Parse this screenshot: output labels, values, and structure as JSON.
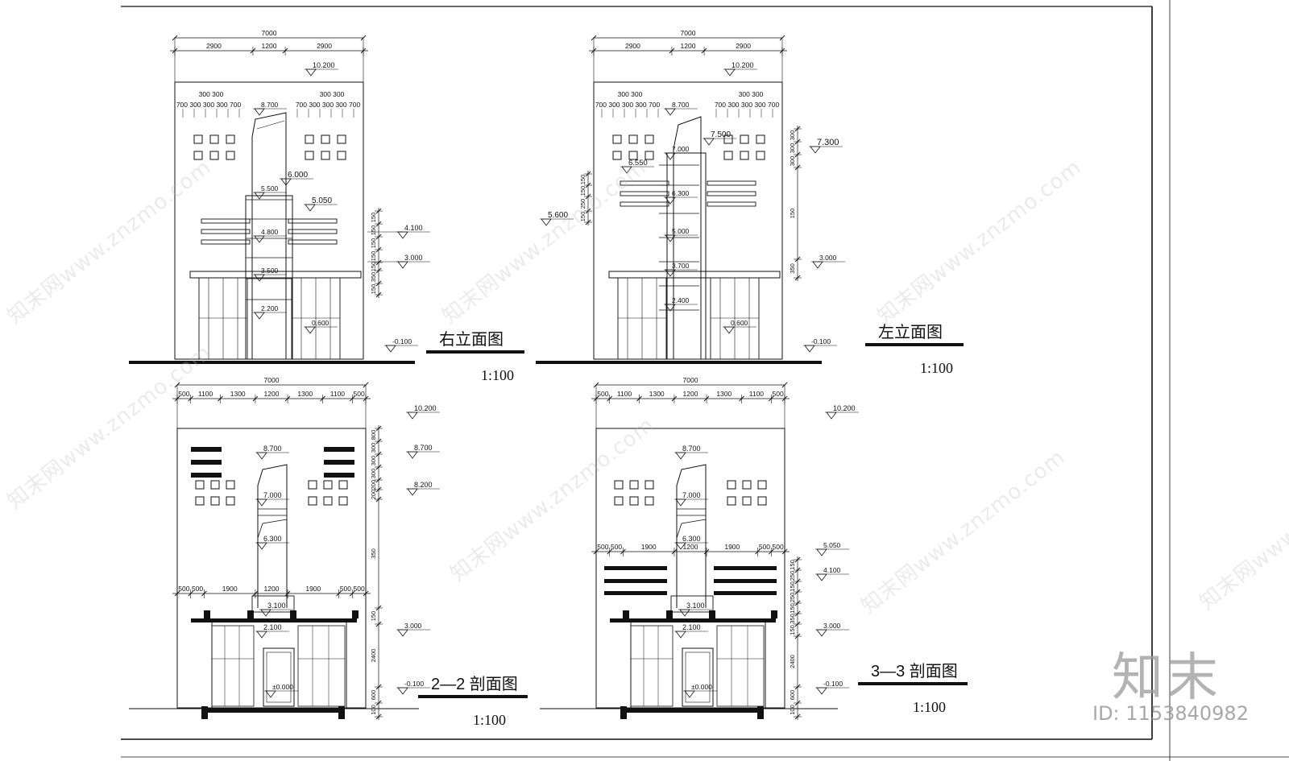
{
  "drawing": {
    "views": [
      {
        "id": "right",
        "title": "右立面图",
        "scale": "1:100",
        "top_dims": {
          "total": "7000",
          "parts": [
            "2900",
            "1200",
            "2900"
          ]
        },
        "roof_level": "10.200",
        "spacing_left": {
          "upper": [
            "300",
            "300"
          ],
          "lower": [
            "700",
            "300",
            "300",
            "300",
            "700"
          ]
        },
        "spacing_right": {
          "upper": [
            "300",
            "300"
          ],
          "lower": [
            "700",
            "300",
            "300",
            "300",
            "700"
          ]
        },
        "center_levels": [
          "8.700",
          "5.500",
          "4.800",
          "3.500",
          "2.200"
        ],
        "side_levels": [
          "6.000",
          "5.050",
          "4.100",
          "3.000",
          "0.600",
          "-0.100"
        ],
        "right_dims": [
          "150",
          "150",
          "150",
          "150",
          "150",
          "350",
          "150"
        ]
      },
      {
        "id": "left",
        "title": "左立面图",
        "scale": "1:100",
        "top_dims": {
          "total": "7000",
          "parts": [
            "2900",
            "1200",
            "2900"
          ]
        },
        "roof_level": "10.200",
        "spacing_left": {
          "upper": [
            "300",
            "300"
          ],
          "lower": [
            "700",
            "300",
            "300",
            "300",
            "700"
          ]
        },
        "spacing_right": {
          "upper": [
            "300",
            "300"
          ],
          "lower": [
            "700",
            "300",
            "300",
            "300",
            "700"
          ]
        },
        "center_levels": [
          "8.700",
          "7.000",
          "6.300",
          "5.000",
          "3.700",
          "2.400"
        ],
        "side_levels": [
          "7.500",
          "6.550",
          "5.600",
          "7.300",
          "3.000",
          "0.600",
          "-0.100"
        ],
        "left_dims": [
          "150",
          "150",
          "250",
          "150"
        ],
        "right_dims": [
          "300",
          "300",
          "300",
          "150",
          "350"
        ]
      },
      {
        "id": "sec22",
        "title": "2—2 剖面图",
        "scale": "1:100",
        "top_dims": {
          "total": "7000",
          "parts": [
            "500",
            "1100",
            "1300",
            "1200",
            "1300",
            "1100",
            "500"
          ]
        },
        "roof_level": "10.200",
        "mid_dims": [
          "500",
          "500",
          "1900",
          "1200",
          "1900",
          "500",
          "500"
        ],
        "center_levels": [
          "8.700",
          "7.000",
          "6.300",
          "3.100",
          "2.100",
          "±0.000"
        ],
        "side_levels": [
          "8.700",
          "8.200",
          "3.000",
          "-0.100"
        ],
        "right_dims": [
          "800",
          "300",
          "300",
          "300",
          "200",
          "200",
          "350",
          "150",
          "2400",
          "600",
          "100"
        ]
      },
      {
        "id": "sec33",
        "title": "3—3 剖面图",
        "scale": "1:100",
        "top_dims": {
          "total": "7000",
          "parts": [
            "500",
            "1100",
            "1300",
            "1200",
            "1300",
            "1100",
            "500"
          ]
        },
        "roof_level": "10.200",
        "mid_dims": [
          "500",
          "500",
          "1900",
          "1200",
          "1900",
          "500",
          "500"
        ],
        "center_levels": [
          "8.700",
          "7.000",
          "6.300",
          "3.100",
          "2.100",
          "±0.000"
        ],
        "side_levels": [
          "5.050",
          "4.100",
          "3.000",
          "-0.100"
        ],
        "right_dims": [
          "150",
          "250",
          "150",
          "250",
          "150",
          "350",
          "150",
          "2400",
          "600",
          "100"
        ]
      }
    ]
  },
  "watermark": {
    "text": "知末网www.znzmo.com"
  },
  "brand": {
    "logo": "知末",
    "id_label": "ID: 1153840982"
  },
  "colors": {
    "line": "#111111",
    "watermark": "#b9b9b9"
  }
}
